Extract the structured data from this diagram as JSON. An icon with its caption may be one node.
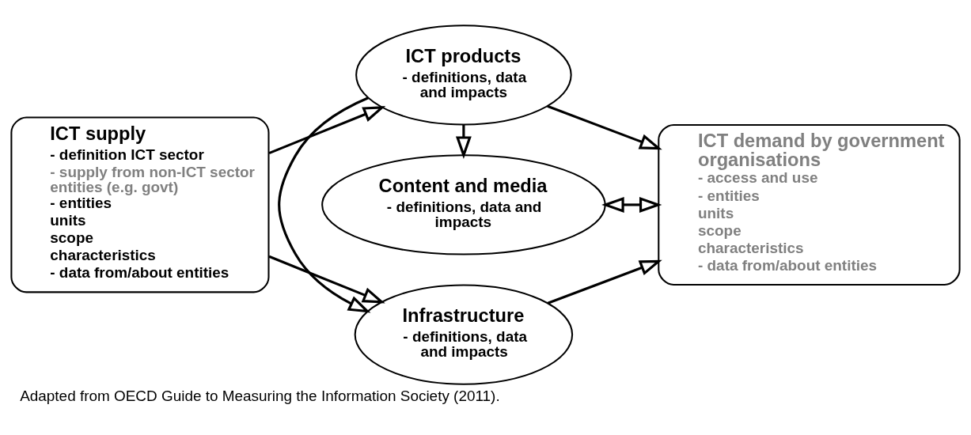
{
  "diagram": {
    "caption": "Adapted from OECD Guide to Measuring the Information Society (2011).",
    "nodes": [
      {
        "text": [
          "ICT supply",
          "- definition ICT sector",
          "- supply from non-ICT sector entities (e.g. govt)",
          "- entities",
          "units",
          "scope",
          "characteristics",
          "- data from/about entities"
        ]
      },
      {
        "text": [
          "Infrastructure",
          "- definitions, data and impacts"
        ]
      },
      {
        "text": [
          "ICT demand by government organisations",
          "- access and use",
          "- entities",
          "units",
          "scope",
          "characteristics",
          "- data from/about entities"
        ]
      },
      {
        "text": [
          "ICT products",
          "- definitions, data and impacts"
        ]
      },
      {
        "text": [
          "Content and media",
          "- definitions, data and impacts"
        ]
      }
    ],
    "edges": [
      {
        "from": 0,
        "to": 1,
        "arrow": "to"
      },
      {
        "from": 0,
        "to": 3,
        "arrow": "to"
      },
      {
        "from": 1,
        "to": 2,
        "arrow": "to"
      },
      {
        "from": 3,
        "to": 1,
        "arrow": "to"
      },
      {
        "from": 3,
        "to": 2,
        "arrow": "to"
      },
      {
        "from": 3,
        "to": 4,
        "arrow": "to"
      },
      {
        "from": 4,
        "to": 2,
        "arrow": "both"
      }
    ]
  }
}
